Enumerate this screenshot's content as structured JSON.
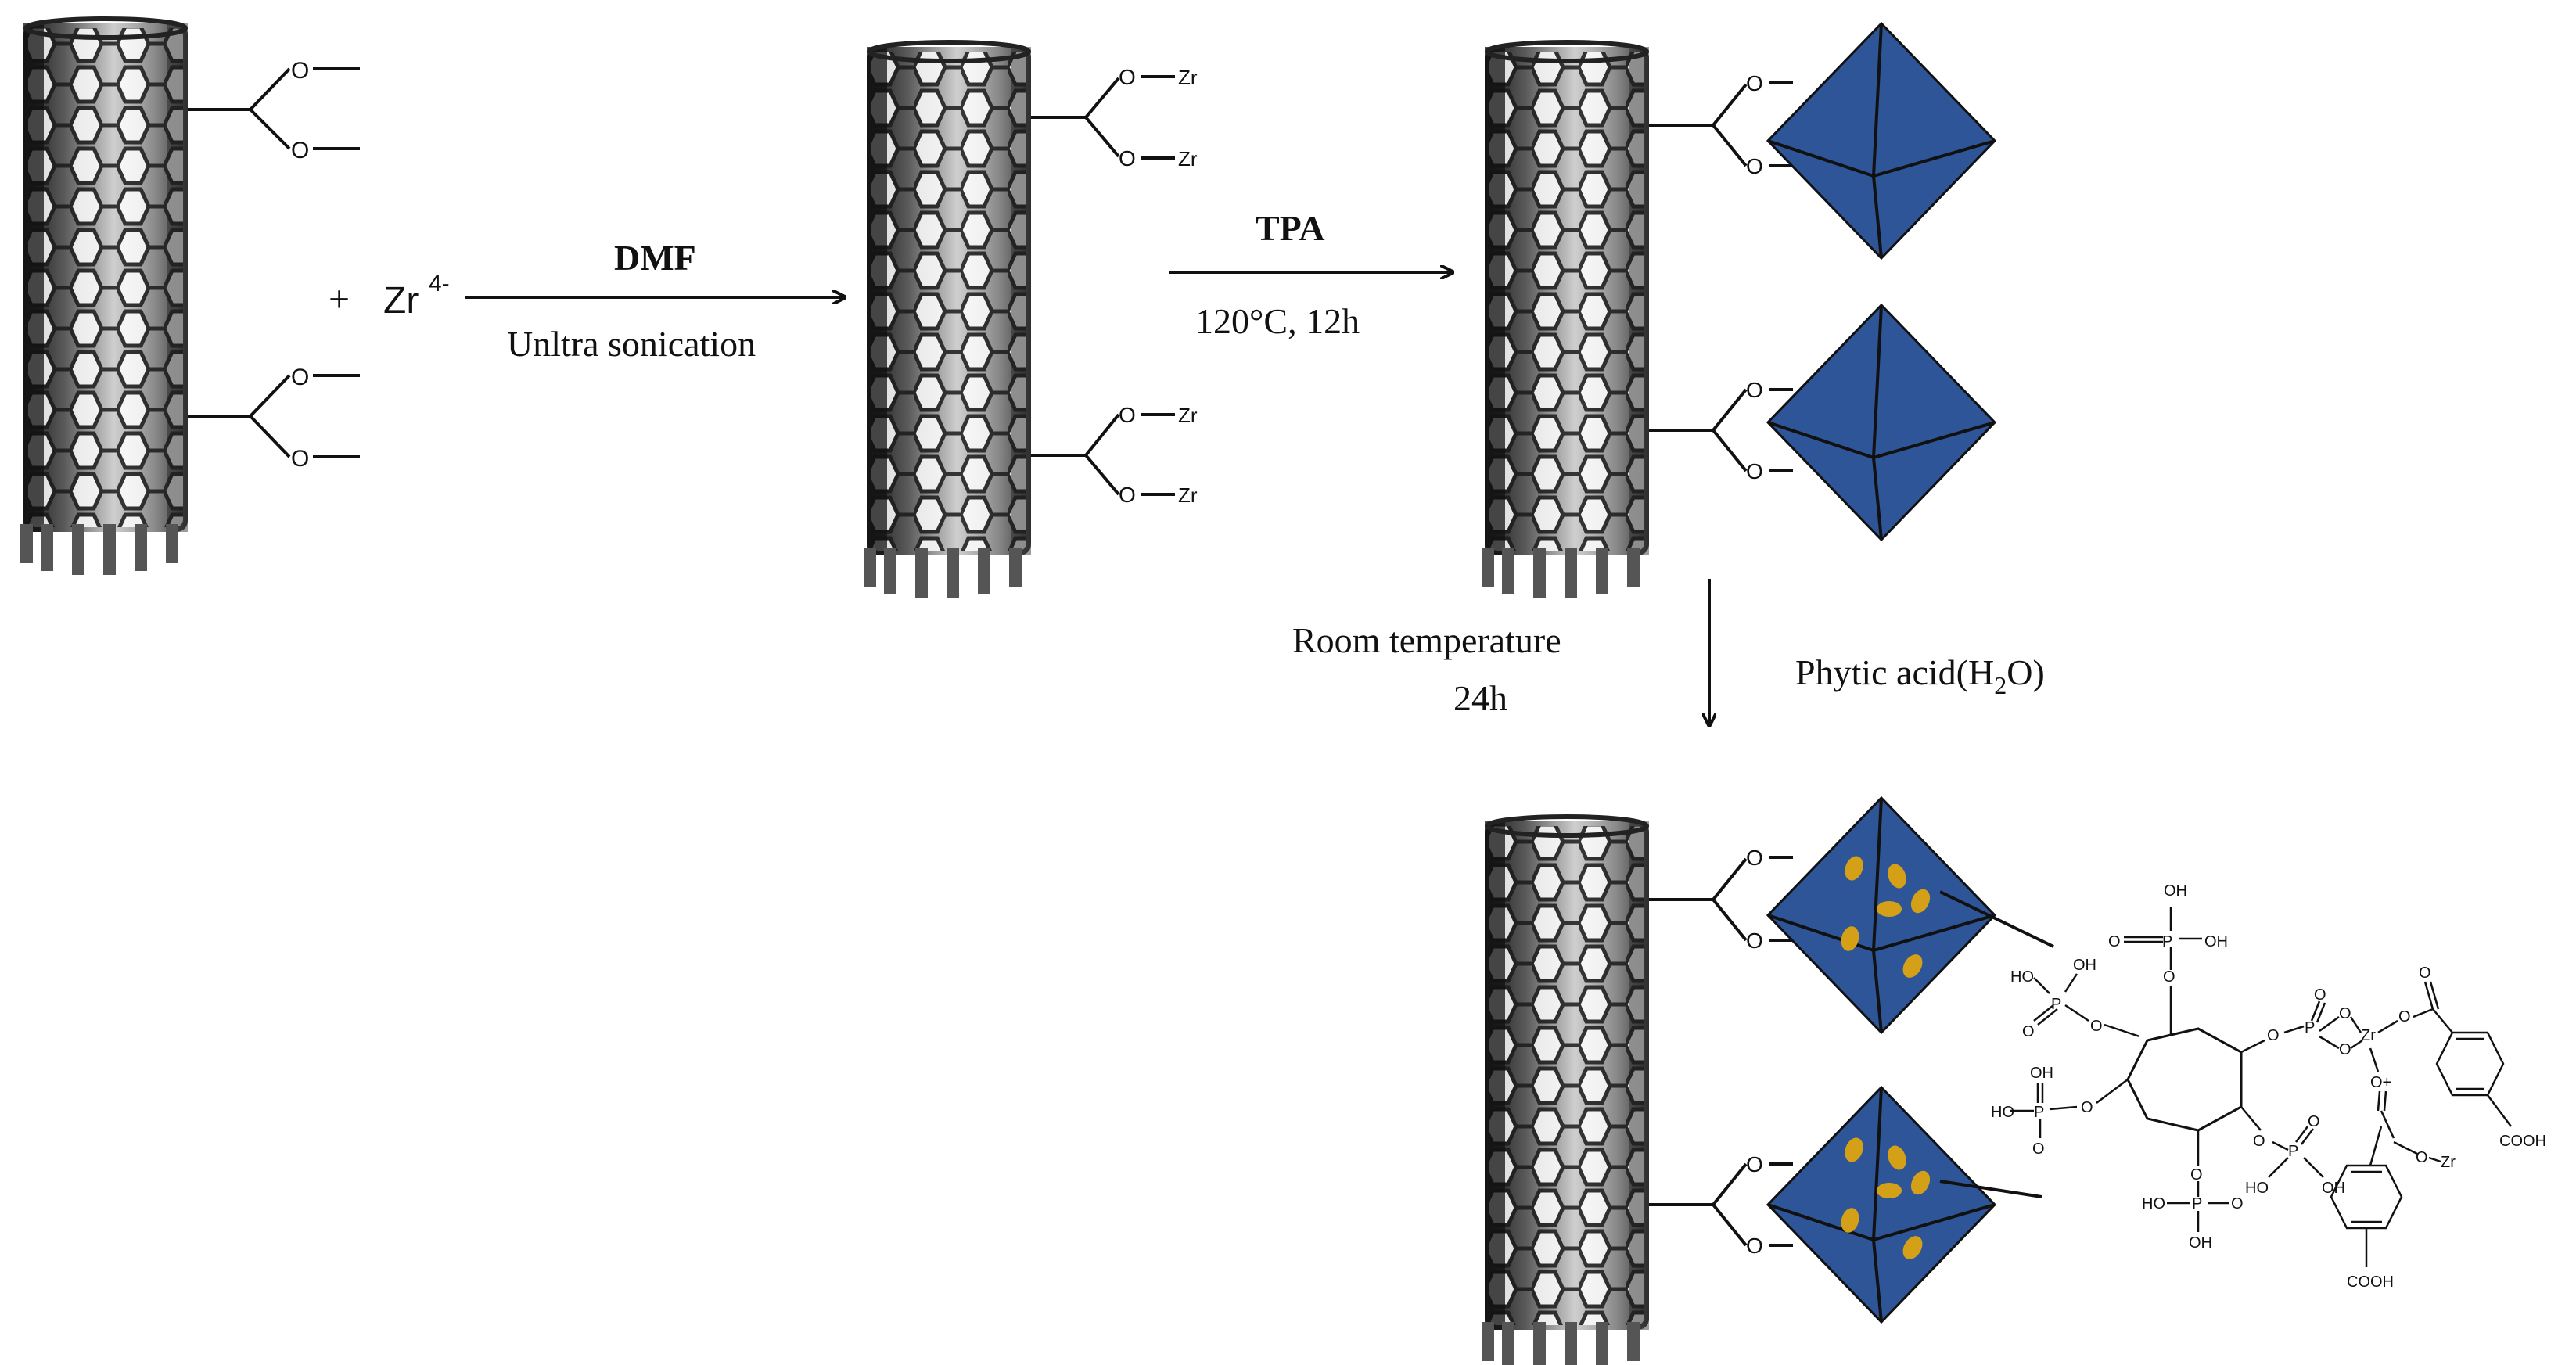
{
  "plus_sign": "+",
  "zr_ion": {
    "symbol": "Zr",
    "charge": "4-"
  },
  "step1": {
    "reagent": "DMF",
    "condition": "Unltra sonication"
  },
  "step2": {
    "reagent": "TPA",
    "condition": "120°C,   12h"
  },
  "step3": {
    "left_line1": "Room temperature",
    "left_line2": "24h",
    "right_pre": "Phytic acid(H",
    "right_sub": "2",
    "right_post": "O)"
  },
  "atoms": {
    "O": "O",
    "Zr": "Zr",
    "OH": "OH",
    "HO": "HO",
    "P": "P",
    "COOH": "COOH",
    "Oplus": "O+"
  },
  "colors": {
    "octahedron": "#2e5597",
    "particle": "#d4a017",
    "tube_dark": "#2a2a2a",
    "tube_light": "#bdbdbd"
  }
}
